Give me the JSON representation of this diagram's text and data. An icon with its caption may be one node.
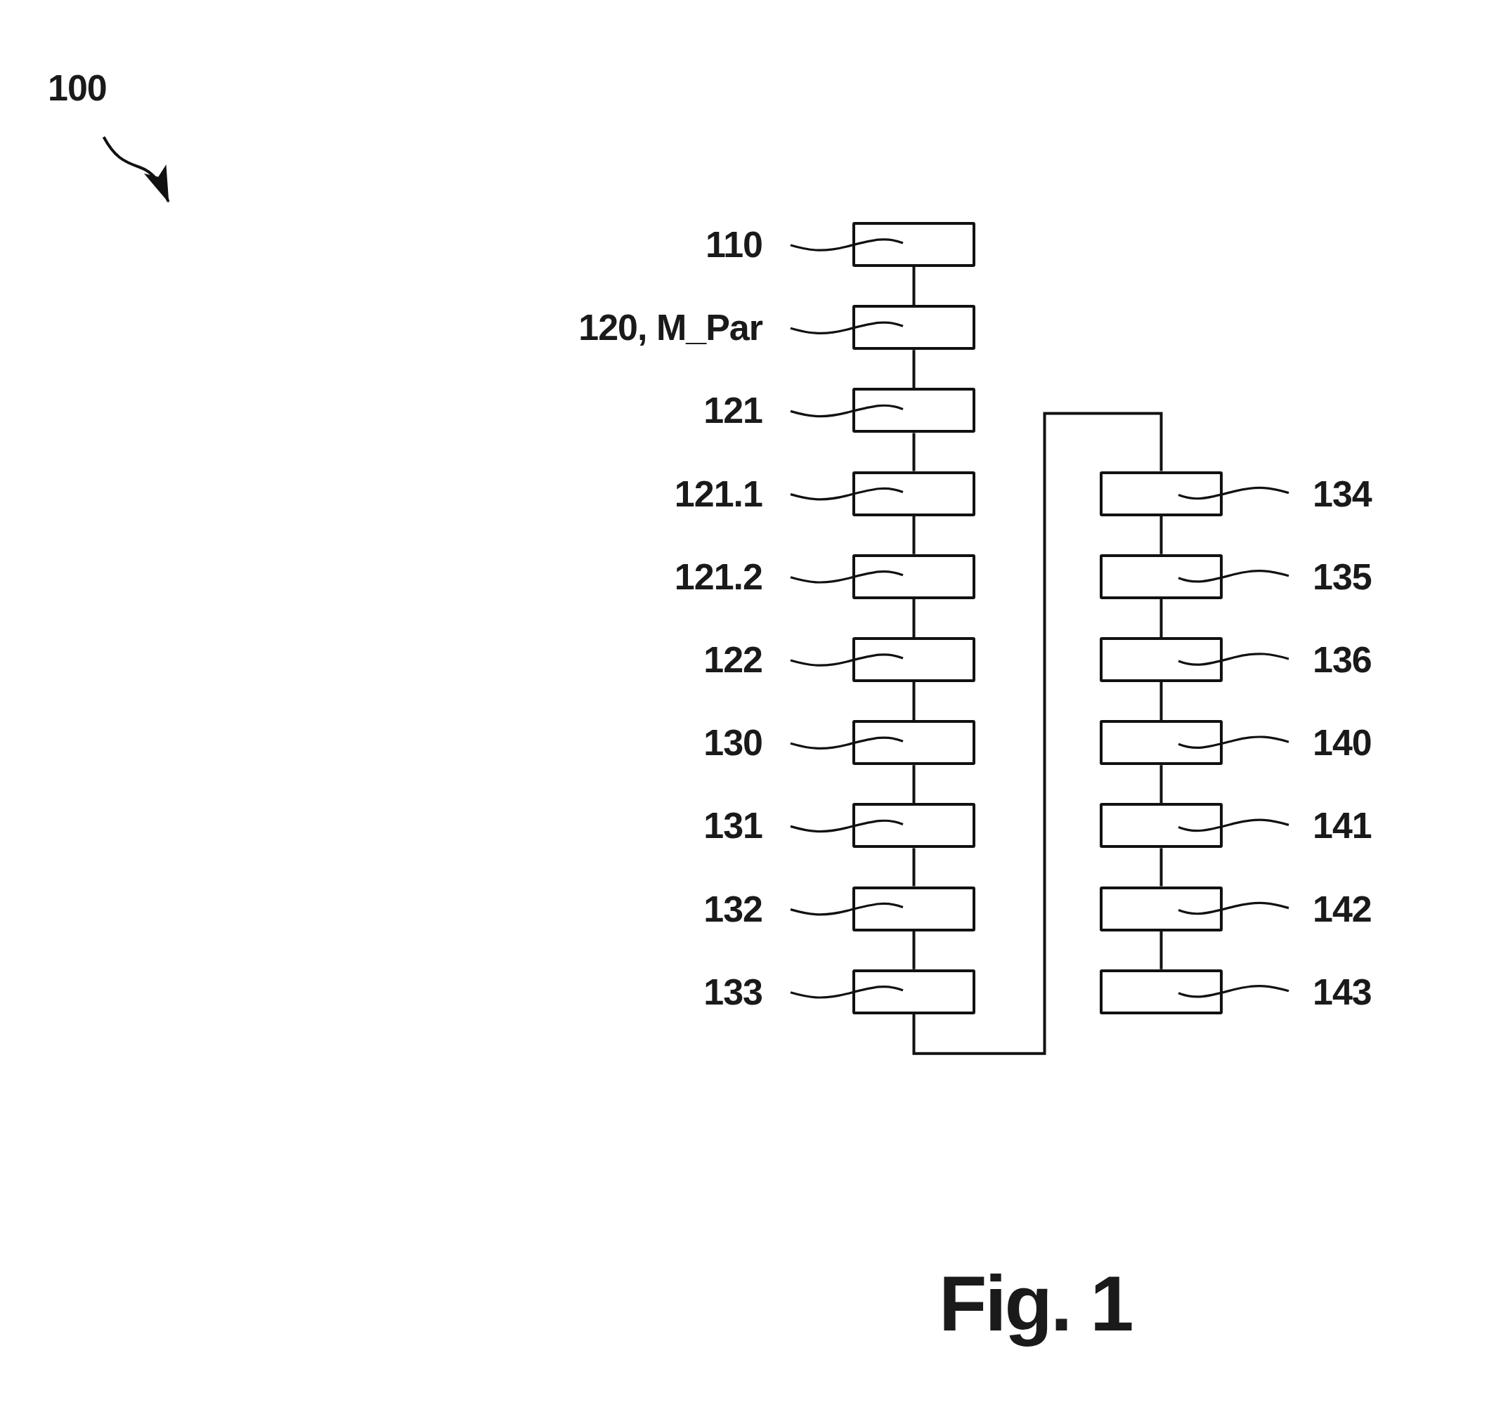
{
  "diagram": {
    "caption": "Fig. 1",
    "nodes": [
      {
        "text": [
          "100"
        ]
      },
      {
        "text": [
          "110"
        ]
      },
      {
        "text": [],
        "shape": "box"
      },
      {
        "text": [
          "120, M_Par"
        ]
      },
      {
        "text": [],
        "shape": "box"
      },
      {
        "text": [
          "121"
        ]
      },
      {
        "text": [],
        "shape": "box"
      },
      {
        "text": [
          "121.1"
        ]
      },
      {
        "text": [],
        "shape": "box"
      },
      {
        "text": [
          "121.2"
        ]
      },
      {
        "text": [],
        "shape": "box"
      },
      {
        "text": [
          "122"
        ]
      },
      {
        "text": [],
        "shape": "box"
      },
      {
        "text": [
          "130"
        ]
      },
      {
        "text": [],
        "shape": "box"
      },
      {
        "text": [
          "131"
        ]
      },
      {
        "text": [],
        "shape": "box"
      },
      {
        "text": [
          "132"
        ]
      },
      {
        "text": [],
        "shape": "box"
      },
      {
        "text": [
          "133"
        ]
      },
      {
        "text": [],
        "shape": "box"
      },
      {
        "text": [],
        "shape": "box"
      },
      {
        "text": [
          "134"
        ]
      },
      {
        "text": [],
        "shape": "box"
      },
      {
        "text": [
          "135"
        ]
      },
      {
        "text": [],
        "shape": "box"
      },
      {
        "text": [
          "136"
        ]
      },
      {
        "text": [],
        "shape": "box"
      },
      {
        "text": [
          "140"
        ]
      },
      {
        "text": [],
        "shape": "box"
      },
      {
        "text": [
          "141"
        ]
      },
      {
        "text": [],
        "shape": "box"
      },
      {
        "text": [
          "142"
        ]
      },
      {
        "text": [],
        "shape": "box"
      },
      {
        "text": [
          "143"
        ]
      }
    ],
    "edges": [
      {
        "from": 0,
        "to": null,
        "arrow": "to"
      },
      {
        "from": 1,
        "to": 2,
        "arrow": "none"
      },
      {
        "from": 3,
        "to": 4,
        "arrow": "none"
      },
      {
        "from": 5,
        "to": 6,
        "arrow": "none"
      },
      {
        "from": 7,
        "to": 8,
        "arrow": "none"
      },
      {
        "from": 9,
        "to": 10,
        "arrow": "none"
      },
      {
        "from": 11,
        "to": 12,
        "arrow": "none"
      },
      {
        "from": 13,
        "to": 14,
        "arrow": "none"
      },
      {
        "from": 15,
        "to": 16,
        "arrow": "none"
      },
      {
        "from": 17,
        "to": 18,
        "arrow": "none"
      },
      {
        "from": 19,
        "to": 20,
        "arrow": "none"
      },
      {
        "from": 22,
        "to": 21,
        "arrow": "none"
      },
      {
        "from": 24,
        "to": 23,
        "arrow": "none"
      },
      {
        "from": 26,
        "to": 25,
        "arrow": "none"
      },
      {
        "from": 28,
        "to": 27,
        "arrow": "none"
      },
      {
        "from": 30,
        "to": 29,
        "arrow": "none"
      },
      {
        "from": 32,
        "to": 31,
        "arrow": "none"
      },
      {
        "from": 34,
        "to": 33,
        "arrow": "none"
      },
      {
        "from": 2,
        "to": 4,
        "arrow": "none"
      },
      {
        "from": 4,
        "to": 6,
        "arrow": "none"
      },
      {
        "from": 6,
        "to": 8,
        "arrow": "none"
      },
      {
        "from": 8,
        "to": 10,
        "arrow": "none"
      },
      {
        "from": 10,
        "to": 12,
        "arrow": "none"
      },
      {
        "from": 12,
        "to": 14,
        "arrow": "none"
      },
      {
        "from": 14,
        "to": 16,
        "arrow": "none"
      },
      {
        "from": 16,
        "to": 18,
        "arrow": "none"
      },
      {
        "from": 18,
        "to": 20,
        "arrow": "none"
      },
      {
        "from": 20,
        "to": 21,
        "arrow": "none"
      },
      {
        "from": 21,
        "to": 23,
        "arrow": "none"
      },
      {
        "from": 23,
        "to": 25,
        "arrow": "none"
      },
      {
        "from": 25,
        "to": 27,
        "arrow": "none"
      },
      {
        "from": 27,
        "to": 29,
        "arrow": "none"
      },
      {
        "from": 29,
        "to": 31,
        "arrow": "none"
      },
      {
        "from": 31,
        "to": 33,
        "arrow": "none"
      }
    ]
  }
}
